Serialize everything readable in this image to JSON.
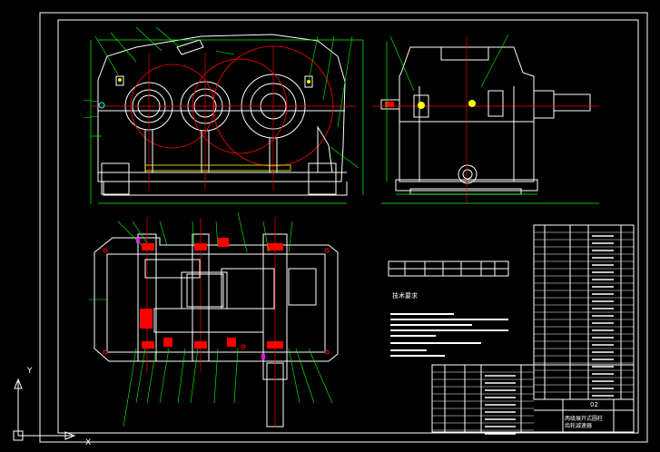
{
  "drawing": {
    "title_block": {
      "sheet_code": "02",
      "drawing_name_line1": "两级展开式圆柱",
      "drawing_name_line2": "齿轮减速器"
    },
    "tech_requirements_title": "技术要求",
    "ucs": {
      "x_label": "X",
      "y_label": "Y"
    }
  },
  "colors": {
    "background": "#000000",
    "outline": "#ffffff",
    "red": "#ff0000",
    "green": "#00ff00",
    "yellow": "#ffff00",
    "cyan": "#00ffff",
    "magenta": "#ff00ff"
  }
}
